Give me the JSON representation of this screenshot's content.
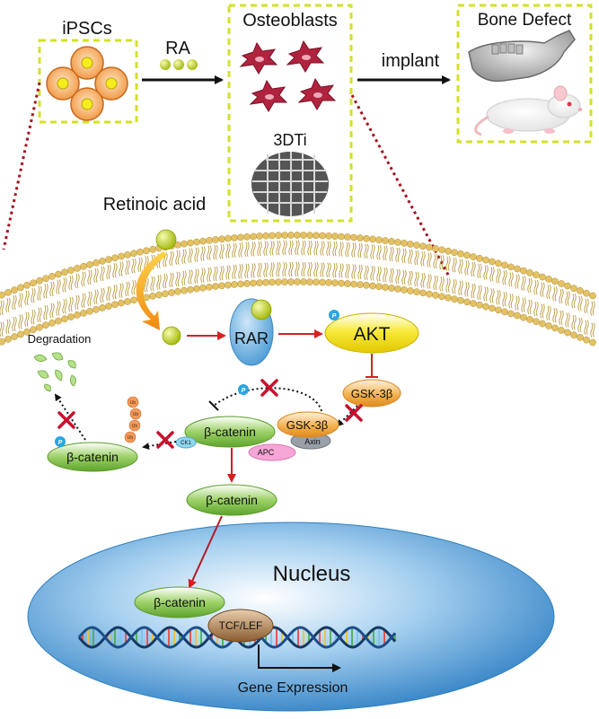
{
  "labels": {
    "ipscs": "iPSCs",
    "ra": "RA",
    "osteoblasts": "Osteoblasts",
    "threedti": "3DTi",
    "implant": "implant",
    "bone_defect": "Bone Defect",
    "retinoic_acid": "Retinoic acid",
    "rar": "RAR",
    "akt": "AKT",
    "p": "P",
    "gsk3b": "GSK-3β",
    "beta_catenin": "β-catenin",
    "ck1": "CK1",
    "apc": "APC",
    "axin": "Axin",
    "ub": "Ub",
    "degradation": "Degradation",
    "nucleus": "Nucleus",
    "tcf_lef": "TCF/LEF",
    "gene_expression": "Gene Expression"
  },
  "colors": {
    "dashed_box": "#d4e02a",
    "arrow_red": "#d62020",
    "arrow_dark": "#111111",
    "inhibit_x": "#c8102e",
    "membrane_head": "#e3c266",
    "membrane_tail": "#b89a3e",
    "ligand": "#c9dc1c",
    "rar_fill": "#58a6dc",
    "akt_fill": "#f4e51a",
    "gsk_fill": "#f0a43a",
    "catenin_fill": "#7dc142",
    "nucleus_fill": "#3f8fcf",
    "tcf_fill": "#9a6a3c",
    "osteoblast": "#b0233e",
    "ub_fill": "#f29a5a",
    "phospho": "#2ba6e0"
  }
}
